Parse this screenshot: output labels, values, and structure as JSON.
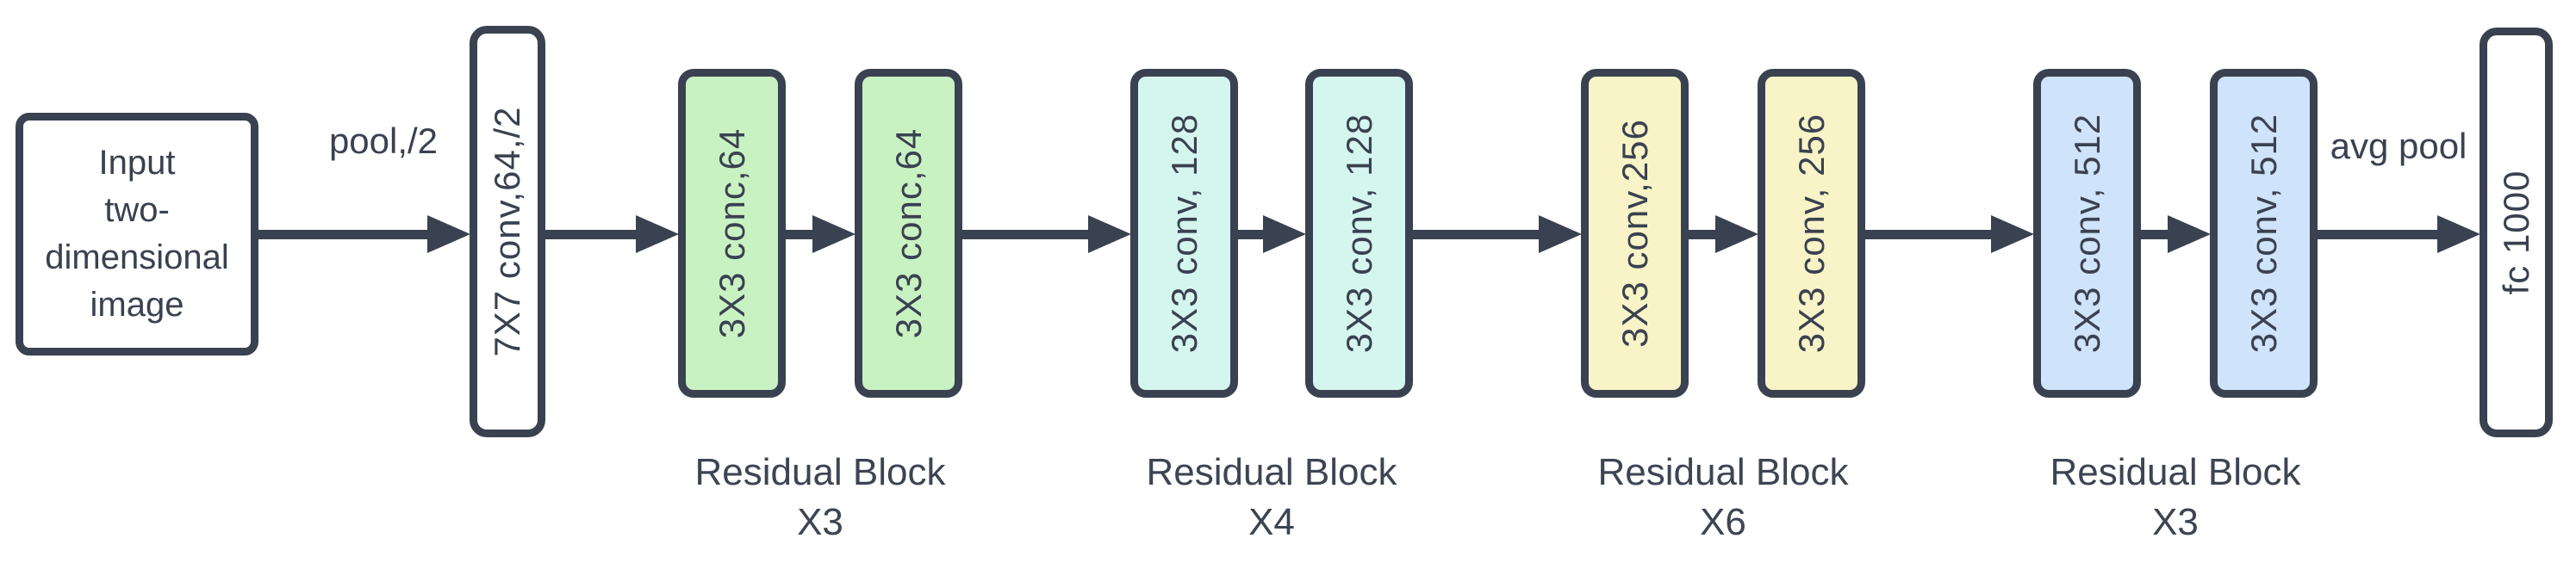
{
  "diagram": {
    "input": {
      "line1": "Input",
      "line2": "two-dimensional",
      "line3": "image"
    },
    "pool_label": "pool,/2",
    "stem_conv_label": "7X7 conv,64,/2",
    "blocks": [
      {
        "label": "3X3 conc,64",
        "color": "#c9f2c3"
      },
      {
        "label": "3X3 conc,64",
        "color": "#c9f2c3"
      },
      {
        "label": "3X3 conv, 128",
        "color": "#d5f6ef"
      },
      {
        "label": "3X3 conv, 128",
        "color": "#d5f6ef"
      },
      {
        "label": "3X3 conv,256",
        "color": "#f8f4c7"
      },
      {
        "label": "3X3 conv, 256",
        "color": "#f8f4c7"
      },
      {
        "label": "3X3 conv, 512",
        "color": "#cfe3fa"
      },
      {
        "label": "3X3 conv, 512",
        "color": "#cfe3fa"
      }
    ],
    "avg_pool_label": "avg pool",
    "fc_label": "fc 1000",
    "group_labels": [
      {
        "title": "Residual Block",
        "multiplier": "X3"
      },
      {
        "title": "Residual Block",
        "multiplier": "X4"
      },
      {
        "title": "Residual Block",
        "multiplier": "X6"
      },
      {
        "title": "Residual Block",
        "multiplier": "X3"
      }
    ],
    "colors": {
      "stroke": "#3a4150",
      "green": "#c9f2c3",
      "cyan": "#d5f6ef",
      "yellow": "#f8f4c7",
      "blue": "#cfe3fa",
      "node_fill": "#ffffff"
    }
  }
}
